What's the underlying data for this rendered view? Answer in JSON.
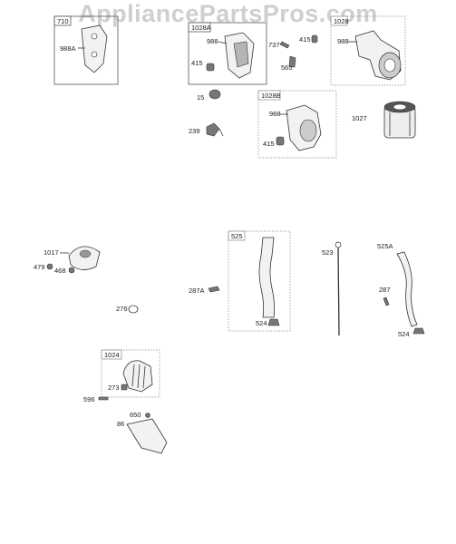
{
  "watermark": "AppliancePartsPros.com",
  "labels": {
    "box_710": "710",
    "p988A": "988A",
    "box_1028A": "1028A",
    "p988_a": "988",
    "p415_a": "415",
    "p737": "737",
    "p415_b": "415",
    "p565": "565",
    "box_1028": "1028",
    "p988_b": "988",
    "p15": "15",
    "box_1028B": "1028B",
    "p988_c": "988",
    "p415_c": "415",
    "p1027": "1027",
    "p239": "239",
    "p1017": "1017",
    "p479": "479",
    "p468": "468",
    "p276": "276",
    "box_525": "525",
    "p287A": "287A",
    "p524_a": "524",
    "p523": "523",
    "p525A": "525A",
    "p287": "287",
    "p524_b": "524",
    "box_1024": "1024",
    "p273": "273",
    "p596": "596",
    "p650": "650",
    "p86": "86"
  }
}
